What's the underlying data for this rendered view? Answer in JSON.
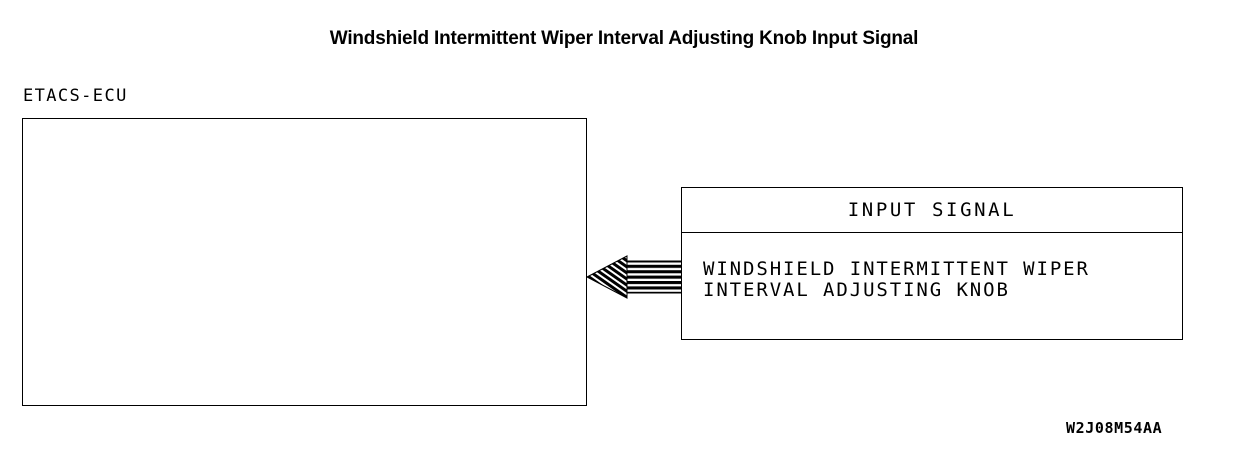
{
  "page": {
    "title": "Windshield Intermittent Wiper Interval Adjusting Knob Input Signal",
    "background_color": "#ffffff",
    "line_color": "#000000"
  },
  "ecu": {
    "caption": "ETACS-ECU"
  },
  "signal_box": {
    "header": "INPUT SIGNAL",
    "body_line1": "WINDSHIELD INTERMITTENT WIPER",
    "body_line2": "INTERVAL ADJUSTING KNOB"
  },
  "connector": {
    "icon": "striped-left-arrow",
    "direction": "left",
    "stripe_count": 8
  },
  "footer": {
    "reference_code": "W2J08M54AA"
  }
}
